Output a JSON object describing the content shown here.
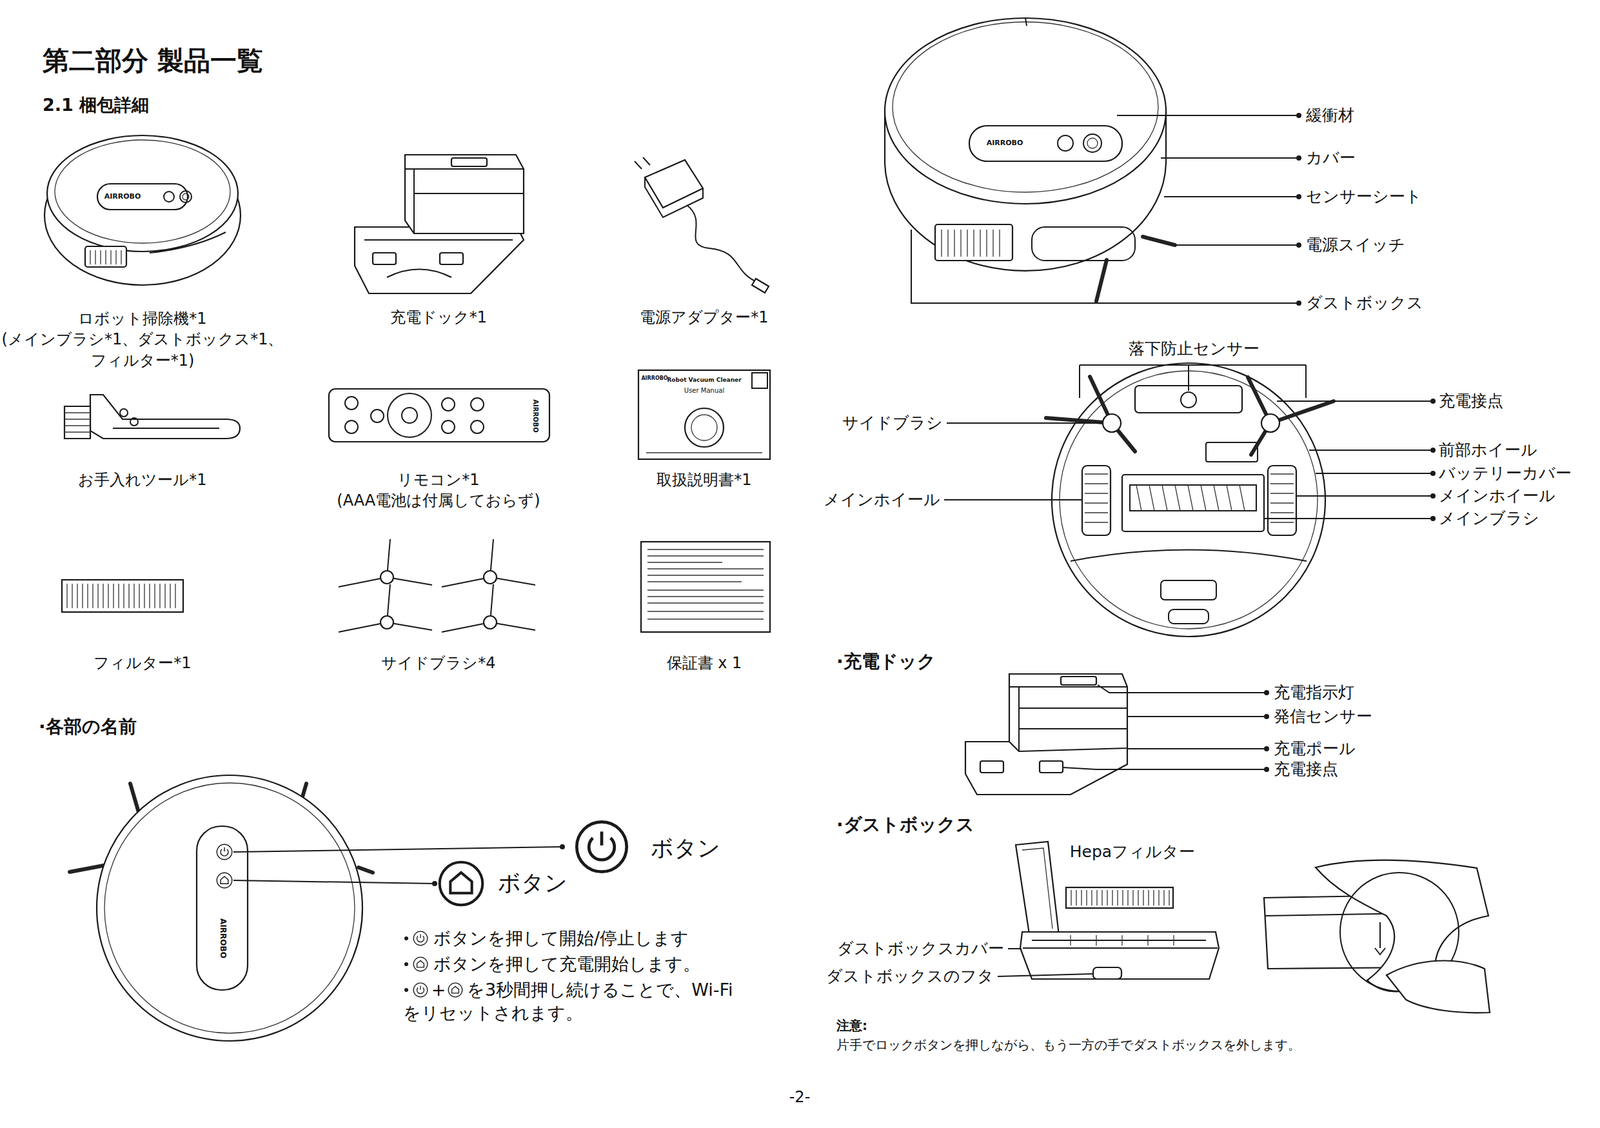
{
  "diagram": {
    "title": "第二部分 製品一覧",
    "labels": [
      "2.1 梱包詳細",
      "AIRROBO",
      "ロボット掃除機*1 (メインブラシ*1、ダストボックス*1、 フィルター*1)",
      "充電ドック*1",
      "電源アダプター*1",
      "AIRROBO",
      "AIRROBO",
      "Robot Vacuum Cleaner",
      "User Manual",
      "お手入れツール*1",
      "リモコン*1 (AAA電池は付属しておらず)",
      "取扱説明書*1",
      "フィルター*1",
      "サイドブラシ*4",
      "保証書 x 1",
      "·各部の名前",
      "AIRROBO",
      "ボタン",
      "ボタン",
      "ボタンを押して開始/停止します",
      "ボタンを押して充電開始します。",
      "+",
      "を3秒間押し続けることで、Wi-Fi をリセットされます。",
      "AIRROBO",
      "緩衝材",
      "カバー",
      "センサーシート",
      "電源スイッチ",
      "ダストボックス",
      "落下防止センサー",
      "サイドブラシ",
      "充電接点",
      "前部ホイール",
      "バッテリーカバー",
      "メインホイール",
      "メインホイール",
      "メインブラシ",
      "·充電ドック",
      "充電指示灯",
      "発信センサー",
      "充電ポール",
      "充電接点",
      "·ダストボックス",
      "Hepaフィルター",
      "ダストボックスカバー",
      "ダストボックスのフタ",
      "注意:",
      "片手でロックボタンを押しながら、もう一方の手でダストボックスを外します。",
      "-2-"
    ]
  }
}
